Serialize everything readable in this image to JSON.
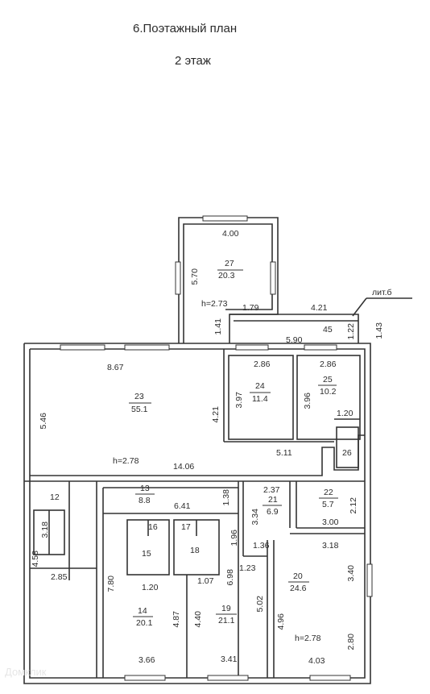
{
  "title": "6.Поэтажный план",
  "floor": "2  этаж",
  "lit_label": "лит.б",
  "watermark": "Домклик",
  "rooms": [
    {
      "num": "27",
      "area": "20.3"
    },
    {
      "num": "23",
      "area": "55.1"
    },
    {
      "num": "24",
      "area": "11.4"
    },
    {
      "num": "25",
      "area": "10.2"
    },
    {
      "num": "13",
      "area": "8.8"
    },
    {
      "num": "21",
      "area": "6.9"
    },
    {
      "num": "22",
      "area": "5.7"
    },
    {
      "num": "20",
      "area": "24.6"
    },
    {
      "num": "14",
      "area": "20.1"
    },
    {
      "num": "19",
      "area": "21.1"
    }
  ],
  "small_rooms": [
    "45",
    "26",
    "12",
    "16",
    "17",
    "15",
    "18"
  ],
  "heights": [
    "h=2.73",
    "h=2.78",
    "h=2.78"
  ],
  "dims": [
    "4.00",
    "5.70",
    "1.79",
    "4.21",
    "1.41",
    "5.90",
    "1.22",
    "1.43",
    "8.67",
    "2.86",
    "2.86",
    "5.46",
    "3.97",
    "3.96",
    "4.21",
    "1.20",
    "5.11",
    "14.06",
    "2.37",
    "2.12",
    "3.34",
    "3.00",
    "6.41",
    "1.38",
    "1.96",
    "3.18",
    "1.36",
    "3.18",
    "4.58",
    "2.85",
    "3.40",
    "7.80",
    "1.20",
    "1.07",
    "6.98",
    "1.23",
    "4.87",
    "4.40",
    "5.02",
    "4.96",
    "2.80",
    "3.66",
    "3.41",
    "4.03"
  ]
}
